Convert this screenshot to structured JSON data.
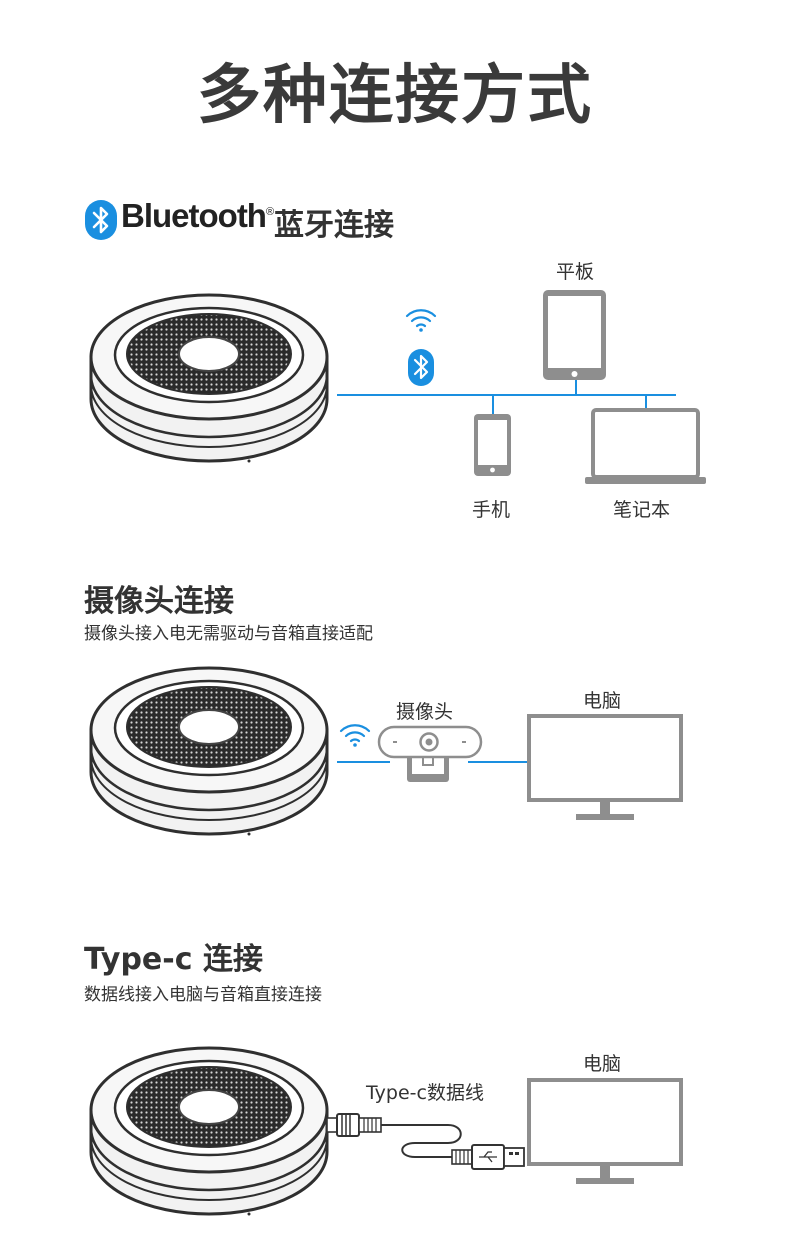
{
  "page": {
    "title": "多种连接方式"
  },
  "bluetooth_section": {
    "brand_text": "Bluetooth",
    "brand_mark": "®",
    "title": "蓝牙连接",
    "devices": {
      "tablet": "平板",
      "phone": "手机",
      "laptop": "笔记本"
    }
  },
  "camera_section": {
    "title": "摄像头连接",
    "subtitle": "摄像头接入电无需驱动与音箱直接适配",
    "camera_label": "摄像头",
    "monitor_label": "电脑"
  },
  "typec_section": {
    "title": "Type-c 连接",
    "subtitle": "数据线接入电脑与音箱直接连接",
    "cable_label": "Type-c数据线",
    "monitor_label": "电脑"
  },
  "colors": {
    "accent_blue": "#1a8fe0",
    "device_gray": "#8e8e8e",
    "speaker_dark": "#2f2f2f"
  },
  "icons": [
    "bluetooth-logo-icon",
    "wifi-icon",
    "bluetooth-icon",
    "tablet-icon",
    "phone-icon",
    "laptop-icon",
    "webcam-icon",
    "monitor-icon",
    "usb-cable-icon",
    "speaker-icon"
  ]
}
